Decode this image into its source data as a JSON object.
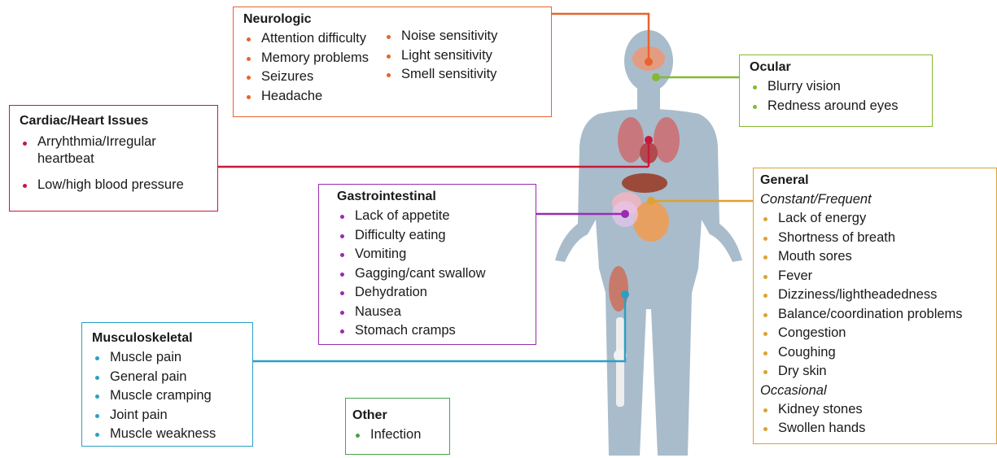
{
  "colors": {
    "neurologic": "#e8642c",
    "ocular": "#86b832",
    "cardiac": "#c8193c",
    "gastro": "#9a2cb0",
    "general": "#dda230",
    "musculo": "#2aa0c4",
    "other": "#47a347",
    "body": "#a9bccb"
  },
  "neurologic": {
    "title": "Neurologic",
    "left_items": [
      "Attention difficulty",
      "Memory problems",
      "Seizures",
      "Headache"
    ],
    "right_items": [
      "Noise sensitivity",
      "Light sensitivity",
      "Smell sensitivity"
    ]
  },
  "ocular": {
    "title": "Ocular",
    "items": [
      "Blurry vision",
      "Redness around eyes"
    ]
  },
  "cardiac": {
    "title": "Cardiac/Heart Issues",
    "items": [
      "Arryhthmia/Irregular heartbeat",
      "Low/high blood pressure"
    ]
  },
  "gastro": {
    "title": "Gastrointestinal",
    "items": [
      "Lack of appetite",
      "Difficulty eating",
      "Vomiting",
      "Gagging/cant swallow",
      "Dehydration",
      "Nausea",
      "Stomach cramps"
    ]
  },
  "general": {
    "title": "General",
    "frequent_label": "Constant/Frequent",
    "frequent_items": [
      "Lack of energy",
      "Shortness of breath",
      "Mouth sores",
      "Fever",
      "Dizziness/lightheadedness",
      "Balance/coordination problems",
      "Congestion",
      "Coughing",
      "Dry skin"
    ],
    "occasional_label": "Occasional",
    "occasional_items": [
      "Kidney stones",
      "Swollen hands"
    ]
  },
  "musculo": {
    "title": "Musculoskeletal",
    "items": [
      "Muscle pain",
      "General pain",
      "Muscle cramping",
      "Joint pain",
      "Muscle weakness"
    ]
  },
  "other": {
    "title": "Other",
    "items": [
      "Infection"
    ]
  }
}
